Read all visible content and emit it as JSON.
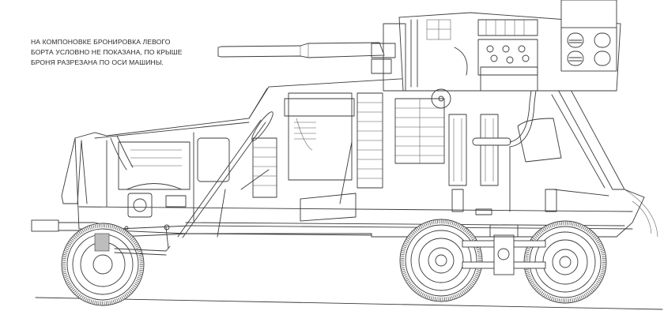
{
  "drawing": {
    "subject": "armored-car-cutaway-side-view",
    "caption": {
      "lines": [
        "НА КОМПОНОВКЕ БРОНИРОВКА ЛЕВОГО",
        "БОРТА УСЛОВНО НЕ ПОКАЗАНА, ПО КРЫШЕ",
        "БРОНЯ РАЗРЕЗАНА ПО ОСИ МАШИНЫ."
      ]
    },
    "colors": {
      "background": "#ffffff",
      "line": "#3a3a3a",
      "text": "#2a2a2a"
    }
  }
}
